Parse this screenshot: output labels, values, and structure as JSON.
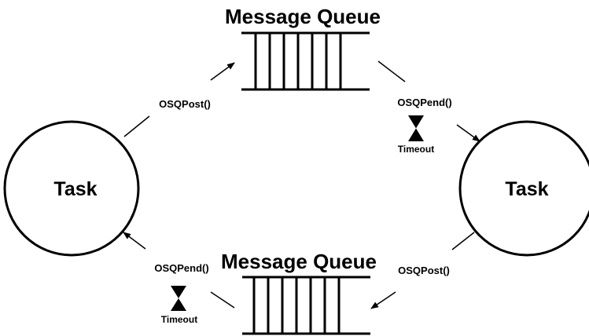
{
  "queues": {
    "top": {
      "title": "Message Queue"
    },
    "bottom": {
      "title": "Message Queue"
    }
  },
  "tasks": {
    "left": {
      "label": "Task"
    },
    "right": {
      "label": "Task"
    }
  },
  "calls": {
    "top_left": "OSQPost()",
    "top_right": "OSQPend()",
    "bottom_left": "OSQPend()",
    "bottom_right": "OSQPost()"
  },
  "timeouts": {
    "top": "Timeout",
    "bottom": "Timeout"
  },
  "colors": {
    "stroke": "#000000",
    "background": "#ffffff"
  },
  "icons": [
    "hourglass-icon",
    "hourglass-icon"
  ]
}
